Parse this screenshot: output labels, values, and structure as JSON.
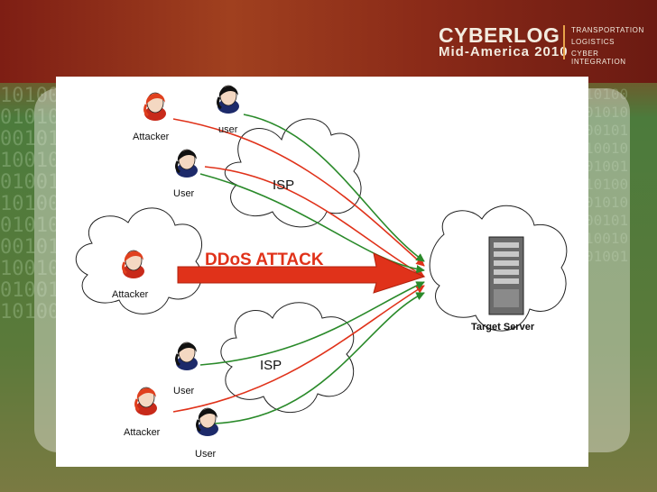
{
  "logo": {
    "title": "CYBERLOG",
    "subtitle": "Mid-America 2010",
    "lines": [
      "TRANSPORTATION",
      "LOGISTICS",
      "CYBER INTEGRATION"
    ]
  },
  "diagram": {
    "attack_label": "DDoS ATTACK",
    "isp_label_top": "ISP",
    "isp_label_bottom": "ISP",
    "target_label": "Target Server",
    "people": {
      "attacker_top": "Attacker",
      "user_top_small": "user",
      "user_top": "User",
      "attacker_center": "Attacker",
      "user_bottom_1": "User",
      "attacker_bottom": "Attacker",
      "user_bottom_2": "User"
    }
  },
  "colors": {
    "attack_red": "#e0321a",
    "user_green": "#2a8a2a",
    "accent": "#e8a34a"
  }
}
